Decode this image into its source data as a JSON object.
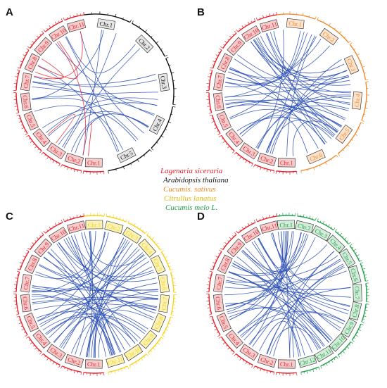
{
  "panels": [
    {
      "letter": "A",
      "groups": [
        {
          "species": "Lagenaria siceraria",
          "color": "#e8202a",
          "box": "#f4cccc",
          "chrs": [
            "Chr.11",
            "Chr.10",
            "Chr.9",
            "Chr.8",
            "Chr.7",
            "Chr.6",
            "Chr.5",
            "Chr.4",
            "Chr.3",
            "Chr.2",
            "Chr.1"
          ]
        },
        {
          "species": "Arabidopsis thaliana",
          "color": "#111111",
          "box": "#e6e6e6",
          "chrs": [
            "Chr.1",
            "Chr.2",
            "Chr.3",
            "Chr.4",
            "Chr.5"
          ]
        }
      ],
      "links": {
        "blue": 22,
        "red": 6
      }
    },
    {
      "letter": "B",
      "groups": [
        {
          "species": "Lagenaria siceraria",
          "color": "#e8202a",
          "box": "#f4cccc",
          "chrs": [
            "Chr.11",
            "Chr.10",
            "Chr.9",
            "Chr.8",
            "Chr.7",
            "Chr.6",
            "Chr.5",
            "Chr.4",
            "Chr.3",
            "Chr.2",
            "Chr.1"
          ]
        },
        {
          "species": "Cucumis sativus",
          "color": "#f08a2a",
          "box": "#fbe2cc",
          "chrs": [
            "Chr.1",
            "Chr.2",
            "Chr.3",
            "Chr.4",
            "Chr.5",
            "Chr.6"
          ]
        }
      ],
      "links": {
        "blue": 46,
        "red": 0
      }
    },
    {
      "letter": "C",
      "groups": [
        {
          "species": "Lagenaria siceraria",
          "color": "#e8202a",
          "box": "#f4cccc",
          "chrs": [
            "Chr.11",
            "Chr.10",
            "Chr.9",
            "Chr.8",
            "Chr.7",
            "Chr.6",
            "Chr.5",
            "Chr.4",
            "Chr.3",
            "Chr.2",
            "Chr.1"
          ]
        },
        {
          "species": "Citrullus lanatus",
          "color": "#f5d21b",
          "box": "#fbf2b8",
          "chrs": [
            "Chr.1",
            "Chr.2",
            "Chr.3",
            "Chr.4",
            "Chr.5",
            "Chr.6",
            "Chr.7",
            "Chr.8",
            "Chr.9",
            "Chr.10",
            "Chr.11"
          ]
        }
      ],
      "links": {
        "blue": 58,
        "red": 0
      }
    },
    {
      "letter": "D",
      "groups": [
        {
          "species": "Lagenaria siceraria",
          "color": "#e8202a",
          "box": "#f4cccc",
          "chrs": [
            "Chr.11",
            "Chr.10",
            "Chr.9",
            "Chr.8",
            "Chr.7",
            "Chr.6",
            "Chr.5",
            "Chr.4",
            "Chr.3",
            "Chr.2",
            "Chr.1"
          ]
        },
        {
          "species": "Cucumis melo L.",
          "color": "#22a04b",
          "box": "#d3ecd9",
          "chrs": [
            "Chr.1",
            "Chr.2",
            "Chr.3",
            "Chr.4",
            "Chr.5",
            "Chr.6",
            "Chr.7",
            "Chr.8",
            "Chr.9",
            "Chr.10",
            "Chr.11",
            "Chr.12"
          ]
        }
      ],
      "links": {
        "blue": 52,
        "red": 0
      }
    }
  ],
  "legend": [
    {
      "text": "Lagenaria siceraria",
      "color": "#e8202a"
    },
    {
      "text": "Arabidopsis thaliana",
      "color": "#111111"
    },
    {
      "text": "Cucumis. sativus",
      "color": "#f08a2a"
    },
    {
      "text": "Citrullus lanatus",
      "color": "#f5d21b"
    },
    {
      "text": "Cucumis melo L.",
      "color": "#22a04b"
    }
  ],
  "colors": {
    "link_blue": "#2b4fb5",
    "link_red": "#e8202a"
  }
}
